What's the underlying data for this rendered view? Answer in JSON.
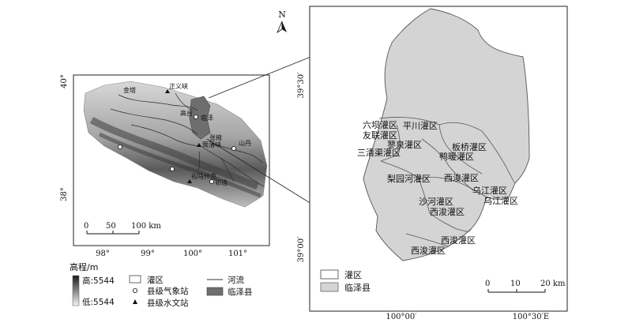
{
  "overview_map": {
    "lat_labels": [
      "40°",
      "38°"
    ],
    "lon_labels": [
      "98°",
      "99°",
      "100°",
      "101°"
    ],
    "place_labels": [
      "正义峡",
      "金塔",
      "高台",
      "临泽",
      "张掖",
      "山丹",
      "莺落峡",
      "扎马什克",
      "祁连"
    ],
    "scale_bar": {
      "ticks": [
        "0",
        "50",
        "100 km"
      ]
    }
  },
  "legend_overview": {
    "elevation_title": "高程/m",
    "elevation_high": "高:5544",
    "elevation_low": "低:5544",
    "items": {
      "irrigation_area": "灌区",
      "county_weather_station": "县级气象站",
      "county_hydro_station": "县级水文站",
      "river": "河流",
      "linze_county": "临泽县"
    }
  },
  "detail_map": {
    "north_label": "N",
    "lat_labels": [
      "39°30′",
      "39°00′"
    ],
    "lon_labels": [
      "100°00′",
      "100°30′E"
    ],
    "district_labels": [
      "六坝灌区",
      "平川灌区",
      "友联灌区",
      "蓼泉灌区",
      "三清渠灌区",
      "板桥灌区",
      "鸭暖灌区",
      "梨园河灌区",
      "西浚灌区",
      "乌江灌区",
      "乌江灌区",
      "沙河灌区",
      "西浚灌区",
      "西浚灌区",
      "西浚灌区"
    ],
    "scale_bar": {
      "ticks": [
        "0",
        "10",
        "20 km"
      ]
    }
  },
  "legend_detail": {
    "irrigation_area": "灌区",
    "linze_county": "临泽县"
  },
  "colors": {
    "county_fill": "#d4d4d4",
    "linze_overview_fill": "#6e6e6e",
    "outline": "#555555",
    "frame": "#222222"
  }
}
